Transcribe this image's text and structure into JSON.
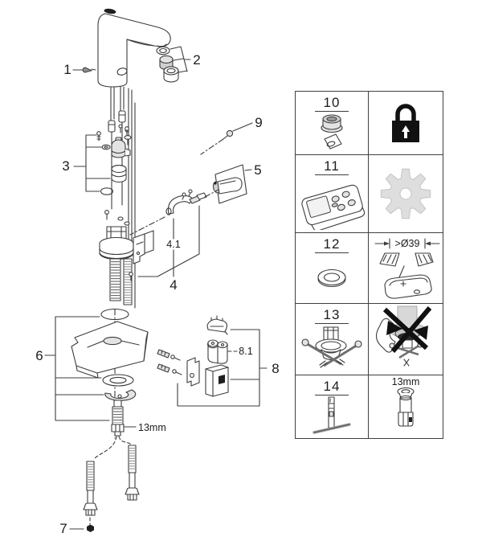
{
  "title": "faucet-exploded-parts-diagram",
  "colors": {
    "line": "#3c3c3c",
    "black_part": "#1f1f1f",
    "light_gray": "#e3e3e3",
    "gear_gray": "#dedede",
    "background": "#ffffff"
  },
  "exploded_view": {
    "callouts": {
      "c1": "1",
      "c2": "2",
      "c3": "3",
      "c4": "4",
      "c4_1": "4.1",
      "c5": "5",
      "c6": "6",
      "c7": "7",
      "c8": "8",
      "c8_1": "8.1",
      "c9": "9"
    },
    "size_label": "13mm",
    "parts": [
      "spout-body-with-sensor",
      "mousseur-aerator-set",
      "solenoid-cartridge-set",
      "mounting-plate-set",
      "inlet-elbow-check-valve",
      "lever-handle",
      "deck-mounting-hardware",
      "locknut",
      "battery-housing-set",
      "battery-pack",
      "fixing-screw",
      "supply-hoses"
    ]
  },
  "parts_table": {
    "rows": [
      {
        "number": "10",
        "left_icon": "grommet-with-mounting-clip",
        "right_icon": "padlock-icon"
      },
      {
        "number": "11",
        "left_icon": "remote-control",
        "right_icon": "gear-icon"
      },
      {
        "number": "12",
        "left_icon": "washer-ring",
        "right_label": ">Ø39",
        "right_icon": "min-hole-diameter-basin-diagram"
      },
      {
        "number": "13",
        "left_icon": "mounting-bracket-with-screws",
        "right_icon": "wrong-installation-warning"
      },
      {
        "number": "14",
        "left_icon": "socket-wrench-tool",
        "right_label": "13mm",
        "right_icon": "socket-adapter"
      }
    ]
  }
}
